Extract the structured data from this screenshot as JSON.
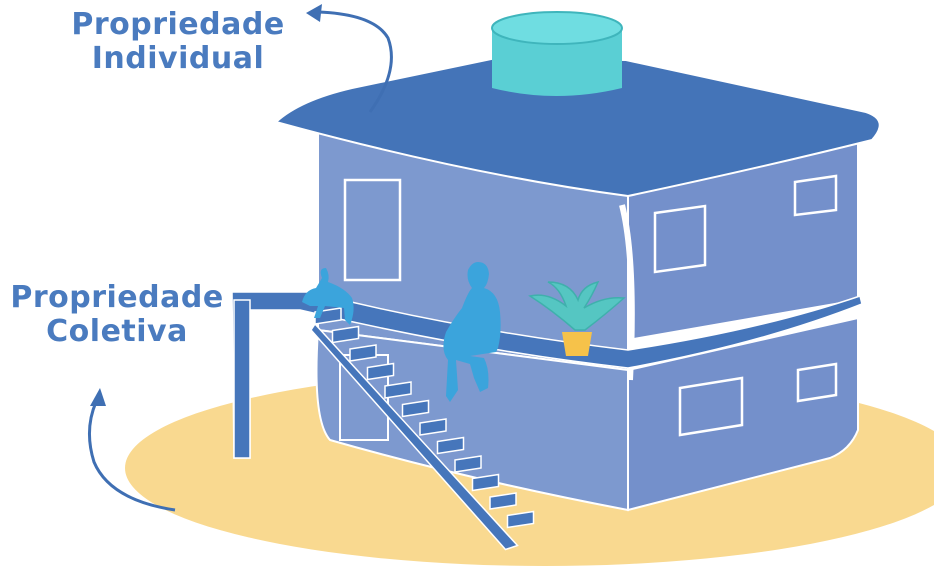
{
  "labels": {
    "individual": {
      "line1": "Propriedade",
      "line2": "Individual"
    },
    "coletiva": {
      "line1": "Propriedade",
      "line2": "Coletiva"
    }
  },
  "colors": {
    "label_text": "#4a7bbf",
    "arrow": "#3f6fb3",
    "ground": "#f9d990",
    "roof": "#4474b8",
    "wall": "#7d99cf",
    "wall_dark": "#6f8cc6",
    "outline": "#ffffff",
    "slab": "#4676bb",
    "water_tank": "#5acfd4",
    "figures": "#3ba4dc",
    "plant_leaves": "#55c6c2",
    "pot": "#f6c24a",
    "stairs": "#4676bb"
  },
  "icons": {
    "arrow_individual": "curved-arrow-icon",
    "arrow_coletiva": "curved-arrow-icon"
  }
}
